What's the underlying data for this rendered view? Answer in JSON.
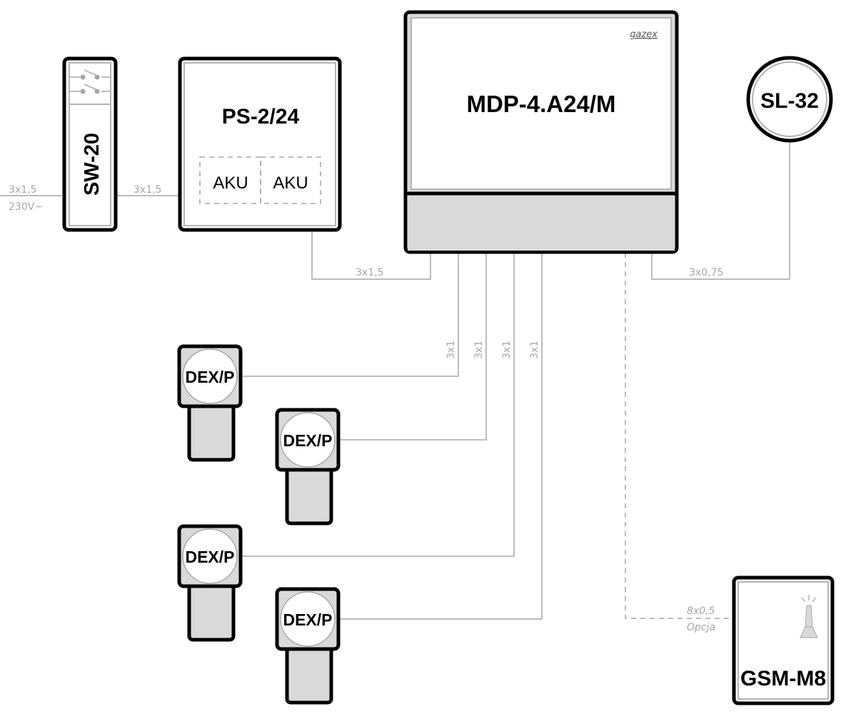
{
  "colors": {
    "outline": "#000000",
    "panel_grey": "#d9d9d9",
    "wire": "#a6a6a6",
    "inner_border": "#b4b4b4"
  },
  "devices": {
    "sw20": {
      "label": "SW-20",
      "icon": "double-switch-icon"
    },
    "ps": {
      "label": "PS-2/24",
      "batteries": [
        "AKU",
        "AKU"
      ]
    },
    "mdp": {
      "label": "MDP-4.A24/M",
      "brand": "gazex"
    },
    "sl32": {
      "label": "SL-32"
    },
    "detectors": [
      {
        "label": "DEX/P"
      },
      {
        "label": "DEX/P"
      },
      {
        "label": "DEX/P"
      },
      {
        "label": "DEX/P"
      }
    ],
    "gsm": {
      "label": "GSM-M8",
      "icon": "antenna-icon"
    }
  },
  "cables": {
    "mains_in": {
      "spec": "3x1,5",
      "voltage": "230V~"
    },
    "sw_to_ps": {
      "spec": "3x1,5"
    },
    "ps_to_mdp": {
      "spec": "3x1,5"
    },
    "mdp_to_sl32": {
      "spec": "3x0,75"
    },
    "detector_lines": [
      "3x1",
      "3x1",
      "3x1",
      "3x1"
    ],
    "mdp_to_gsm": {
      "spec": "8x0,5",
      "note": "Opcja"
    }
  }
}
